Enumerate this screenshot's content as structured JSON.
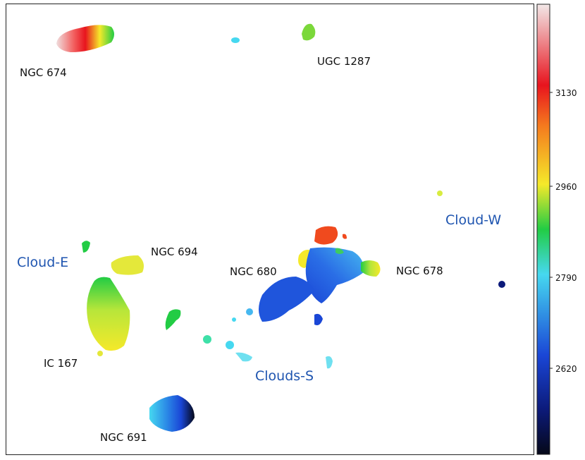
{
  "galaxy_labels": {
    "ngc674": "NGC 674",
    "ugc1287": "UGC 1287",
    "ngc694": "NGC 694",
    "ngc680": "NGC 680",
    "ngc678": "NGC 678",
    "ic167": "IC 167",
    "ngc691": "NGC 691"
  },
  "cloud_labels": {
    "cloud_e": "Cloud-E",
    "cloud_w": "Cloud-W",
    "clouds_s": "Clouds-S"
  },
  "colorbar": {
    "ticks": [
      "3130",
      "2960",
      "2790",
      "2620"
    ],
    "colors": {
      "top": "#f2e8e8",
      "red": "#e8141e",
      "orange": "#f57a1e",
      "yellow": "#f5e92a",
      "green": "#22cc44",
      "cyan": "#46d8f0",
      "blue": "#1a46d6",
      "dark": "#050818"
    }
  },
  "label_color": "#1f55b0"
}
